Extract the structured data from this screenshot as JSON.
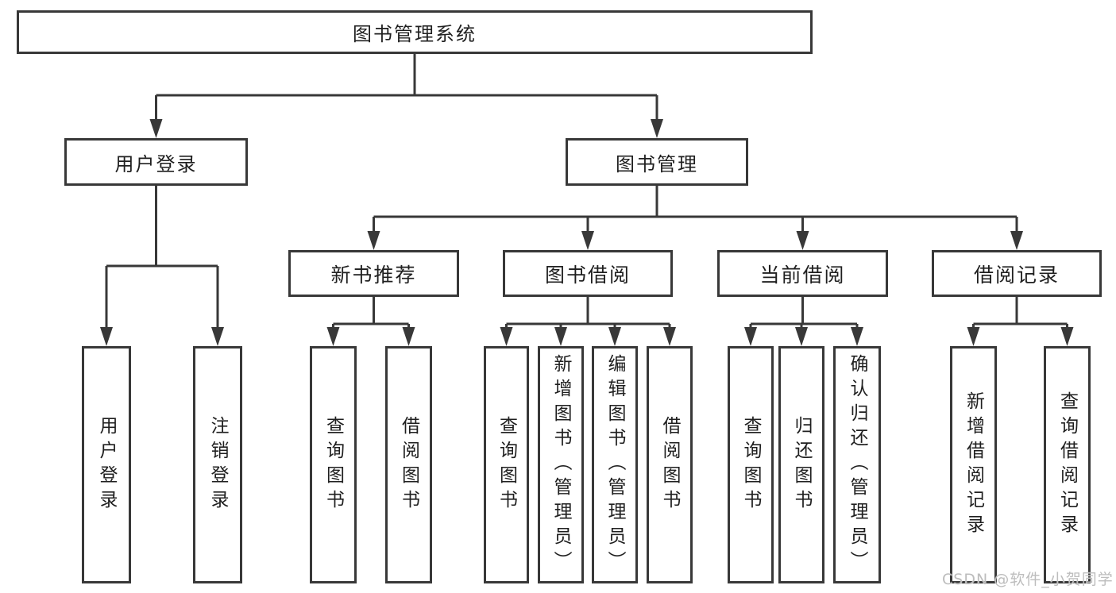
{
  "diagram": {
    "root": "图书管理系统",
    "user": {
      "label": "用户登录",
      "children": [
        "用户登录",
        "注销登录"
      ]
    },
    "mgmt": {
      "label": "图书管理",
      "groups": [
        {
          "label": "新书推荐",
          "children": [
            "查询图书",
            "借阅图书"
          ]
        },
        {
          "label": "图书借阅",
          "children": [
            "查询图书",
            "新增图书（管理员）",
            "编辑图书（管理员）",
            "借阅图书"
          ]
        },
        {
          "label": "当前借阅",
          "children": [
            "查询图书",
            "归还图书",
            "确认归还（管理员）"
          ]
        },
        {
          "label": "借阅记录",
          "children": [
            "新增借阅记录",
            "查询借阅记录"
          ]
        }
      ]
    }
  },
  "watermark": "CSDN @软件_小贺同学",
  "colors": {
    "line": "#383838",
    "text": "#1f1f1f",
    "watermark": "#bdbdbd",
    "background": "#ffffff"
  }
}
